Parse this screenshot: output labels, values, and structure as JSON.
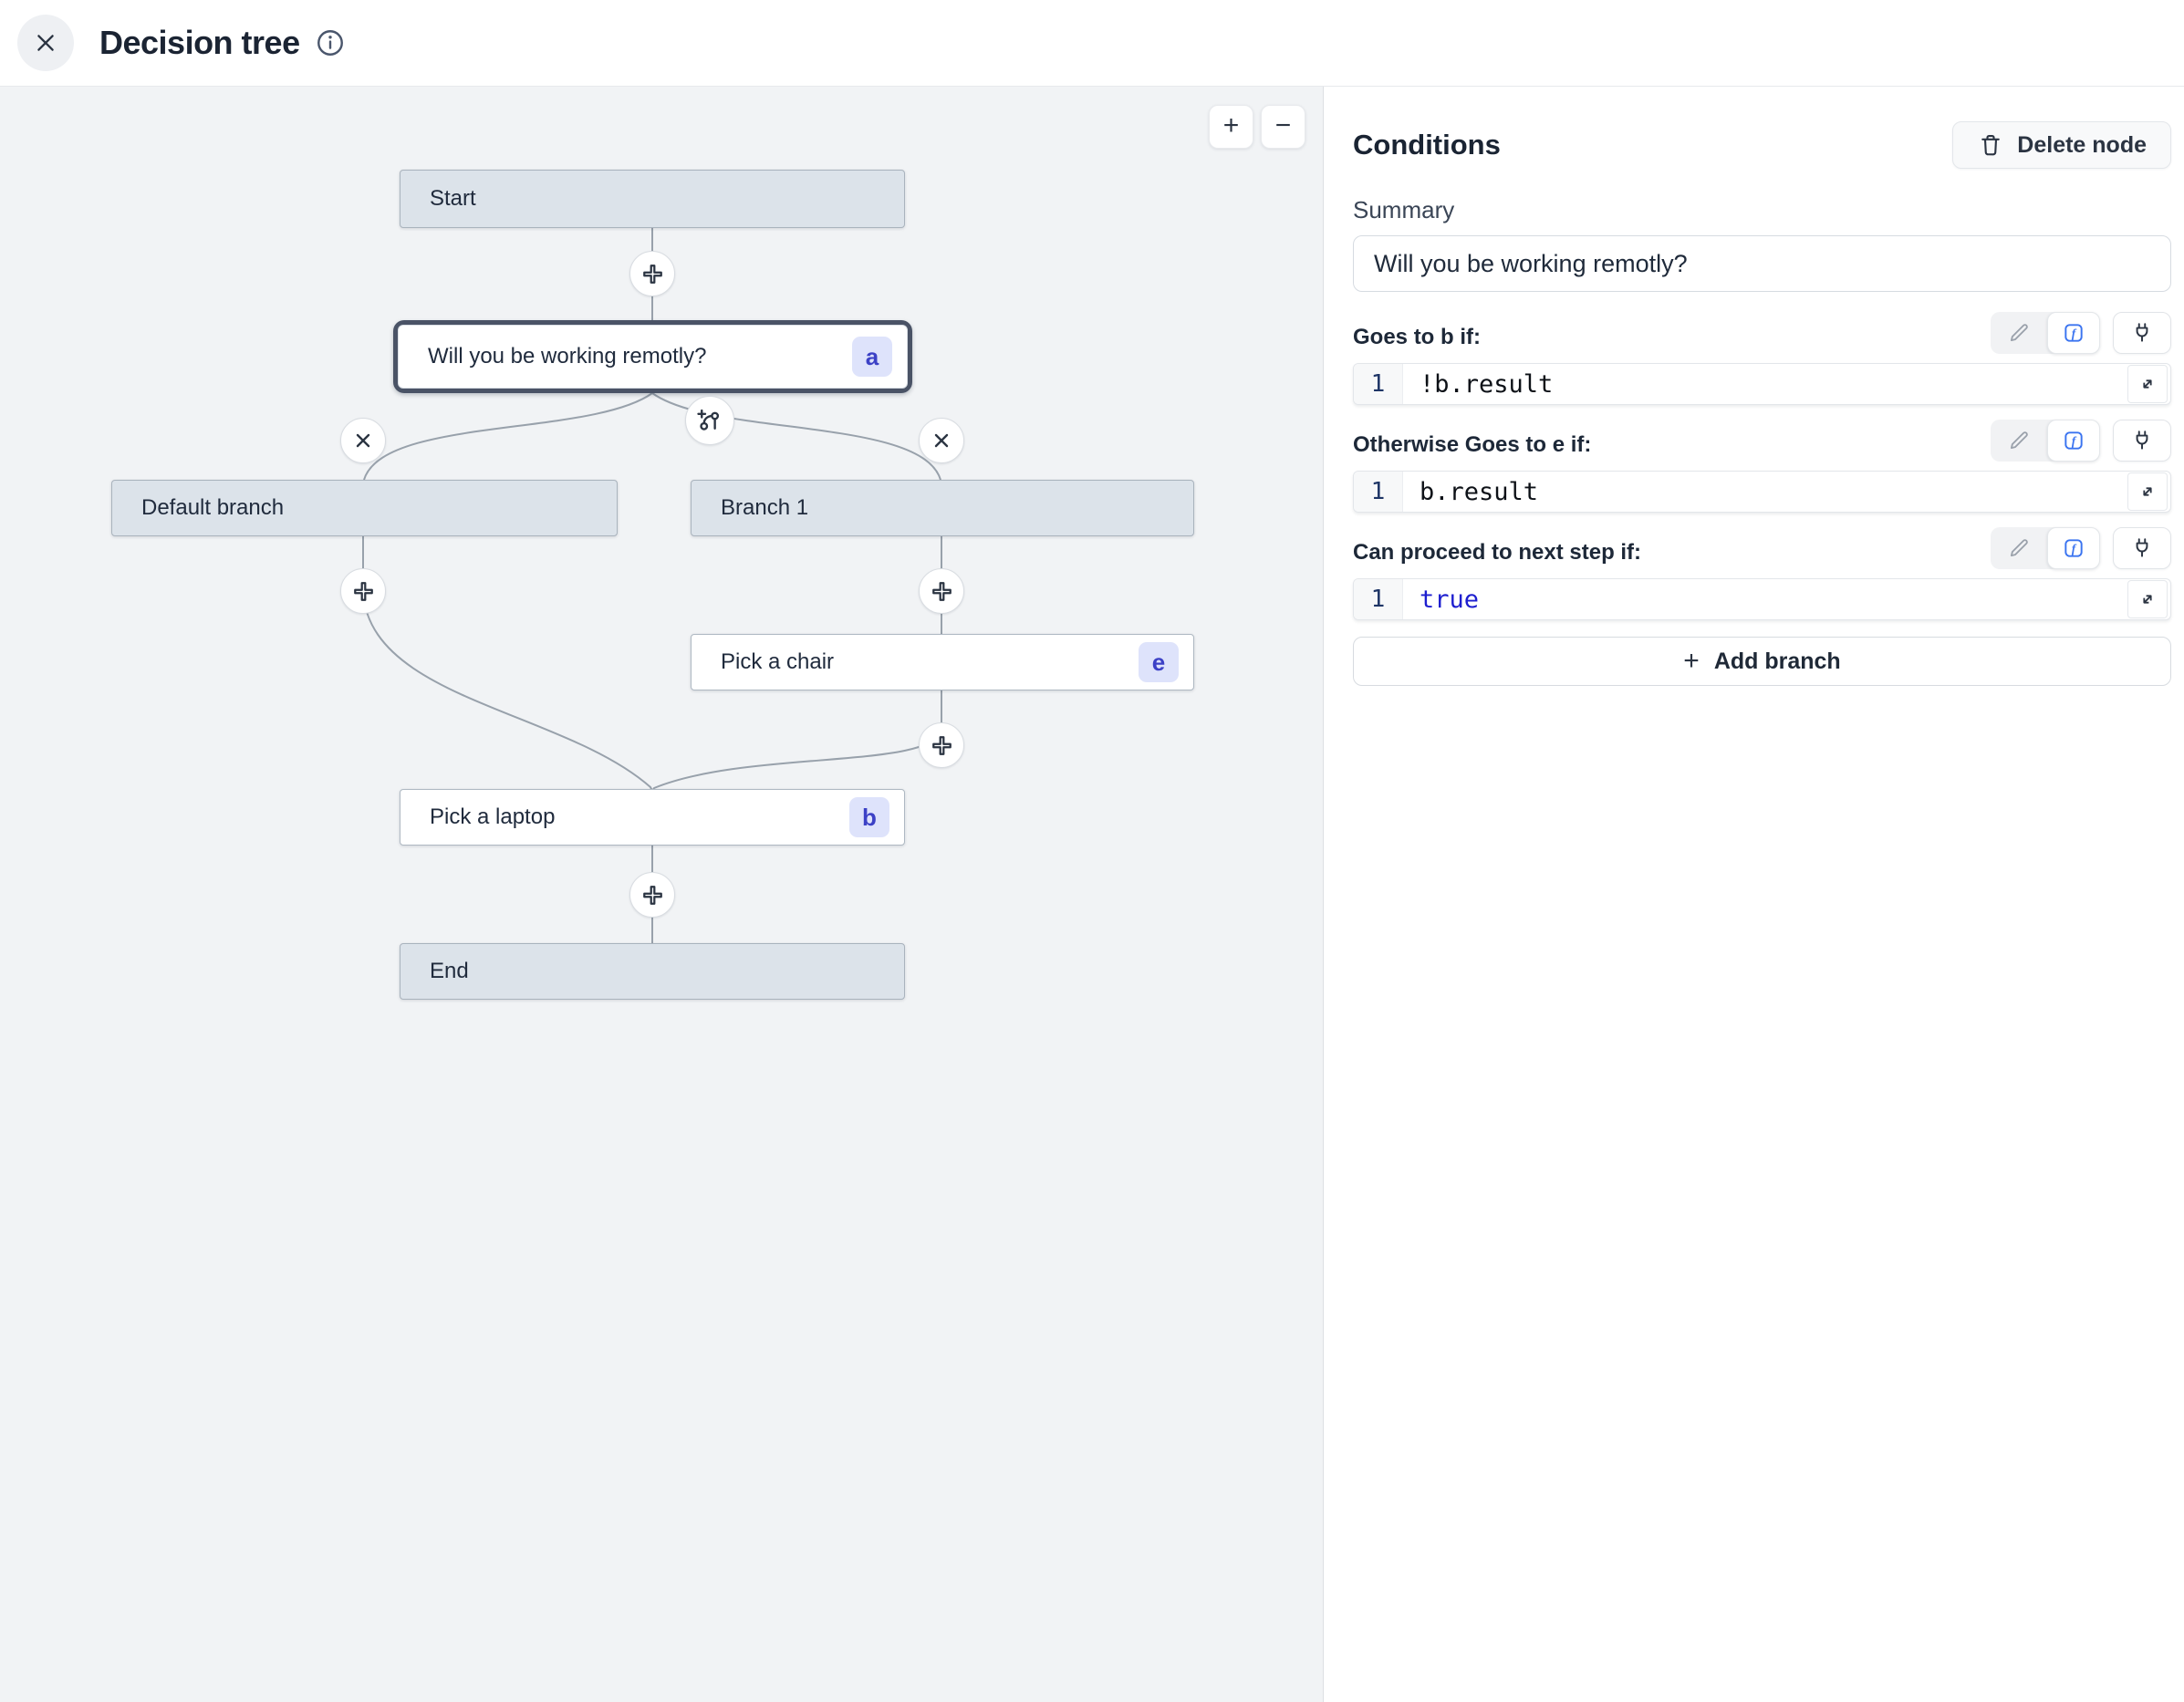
{
  "header": {
    "title": "Decision tree"
  },
  "canvas": {
    "zoom_in": "+",
    "zoom_out": "−",
    "nodes": {
      "start": {
        "label": "Start"
      },
      "question": {
        "label": "Will you be working remotly?",
        "badge": "a"
      },
      "default_branch": {
        "label": "Default branch"
      },
      "branch1": {
        "label": "Branch 1"
      },
      "pick_chair": {
        "label": "Pick a chair",
        "badge": "e"
      },
      "pick_laptop": {
        "label": "Pick a laptop",
        "badge": "b"
      },
      "end": {
        "label": "End"
      }
    }
  },
  "panel": {
    "title": "Conditions",
    "delete_button": "Delete node",
    "summary_label": "Summary",
    "summary_value": "Will you be working remotly?",
    "conditions": [
      {
        "label": "Goes to b if:",
        "line_number": "1",
        "code": "!b.result",
        "code_color": "#0d1117"
      },
      {
        "label": "Otherwise Goes to e if:",
        "line_number": "1",
        "code": "b.result",
        "code_color": "#0d1117"
      },
      {
        "label": "Can proceed to next step if:",
        "line_number": "1",
        "code": "true",
        "code_color": "#1d1ecf"
      }
    ],
    "add_branch": "Add branch"
  },
  "colors": {
    "accent_blue": "#3b74f0",
    "badge_bg": "#dee3fb",
    "badge_text": "#3c41c6",
    "canvas_bg": "#f1f3f5",
    "node_gray": "#dce3ea",
    "selected_border": "#4a5366",
    "wire": "#98a1ab"
  }
}
